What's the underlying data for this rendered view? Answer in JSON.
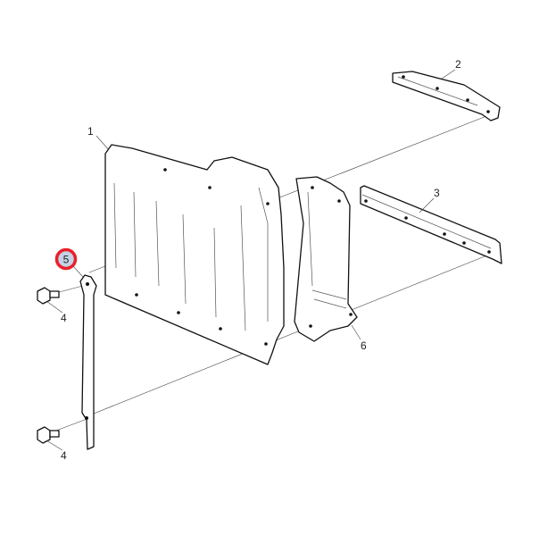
{
  "diagram": {
    "callouts": [
      {
        "id": "1",
        "label": "1",
        "highlighted": false
      },
      {
        "id": "2",
        "label": "2",
        "highlighted": false
      },
      {
        "id": "3",
        "label": "3",
        "highlighted": false
      },
      {
        "id": "4a",
        "label": "4",
        "highlighted": false
      },
      {
        "id": "4b",
        "label": "4",
        "highlighted": false
      },
      {
        "id": "5",
        "label": "5",
        "highlighted": true
      },
      {
        "id": "6",
        "label": "6",
        "highlighted": false
      }
    ],
    "colors": {
      "highlight_ring": "#e8202a",
      "highlight_fill": "#c5d2e6",
      "line": "#111111"
    }
  }
}
